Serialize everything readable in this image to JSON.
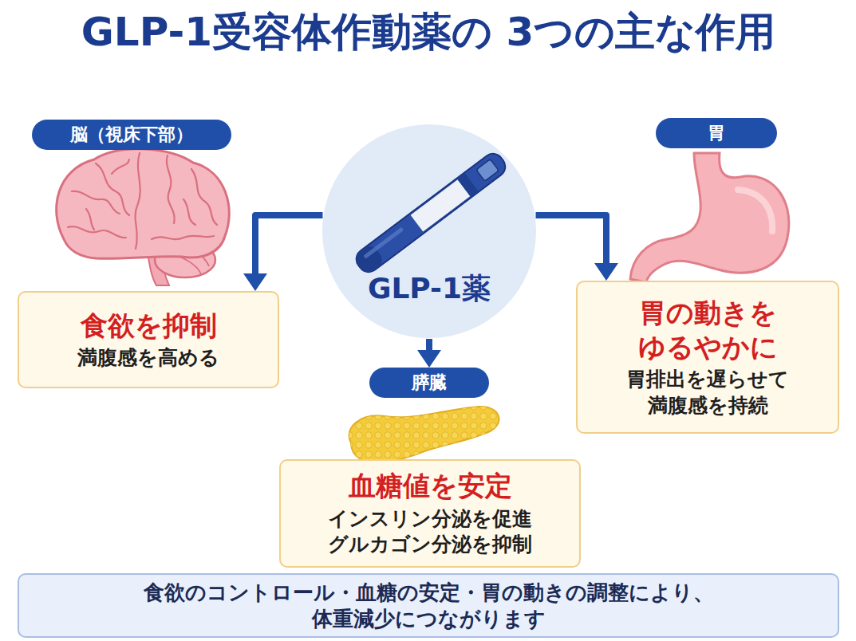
{
  "diagram": {
    "title": "GLP-1受容体作動薬の 3つの主な作用",
    "nodes": [
      {
        "text": [
          "脳（視床下部）"
        ]
      },
      {
        "text": [
          "胃"
        ]
      },
      {
        "text": [
          "GLP-1薬"
        ]
      },
      {
        "text": [
          "食欲を抑制",
          "満腹感を高める"
        ]
      },
      {
        "text": [
          "胃の動きを ゆるやかに",
          "胃排出を遅らせて 満腹感を持続"
        ]
      },
      {
        "text": [
          "膵臓"
        ]
      },
      {
        "text": [
          "血糖値を安定",
          "インスリン分泌を促進 グルカゴン分泌を抑制"
        ]
      },
      {
        "text": [
          "食欲のコントロール・血糖の安定・胃の動きの調整により、 体重減少につながります"
        ]
      }
    ],
    "edges": [
      {
        "from": 2,
        "to": 3,
        "arrow": "to"
      },
      {
        "from": 2,
        "to": 4,
        "arrow": "to"
      },
      {
        "from": 2,
        "to": 5,
        "arrow": "to"
      }
    ]
  }
}
